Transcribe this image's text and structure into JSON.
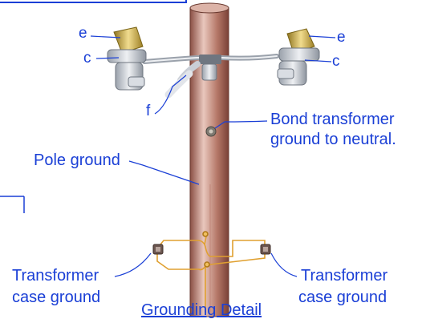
{
  "labels": {
    "e_left": "e",
    "c_left": "c",
    "e_right": "e",
    "c_right": "c",
    "f": "f",
    "bond_line1": "Bond transformer",
    "bond_line2": "ground to neutral.",
    "pole_ground": "Pole ground",
    "transformer_left_line1": "Transformer",
    "transformer_left_line2": "case ground",
    "transformer_right_line1": "Transformer",
    "transformer_right_line2": "case ground"
  },
  "title": "Grounding Detail",
  "colors": {
    "label": "#1a3fd6",
    "pole": "#a86a5c",
    "ground_wire": "#e0a030",
    "insulator": "#c9ced6",
    "insulator_cap": "#c8a850"
  }
}
